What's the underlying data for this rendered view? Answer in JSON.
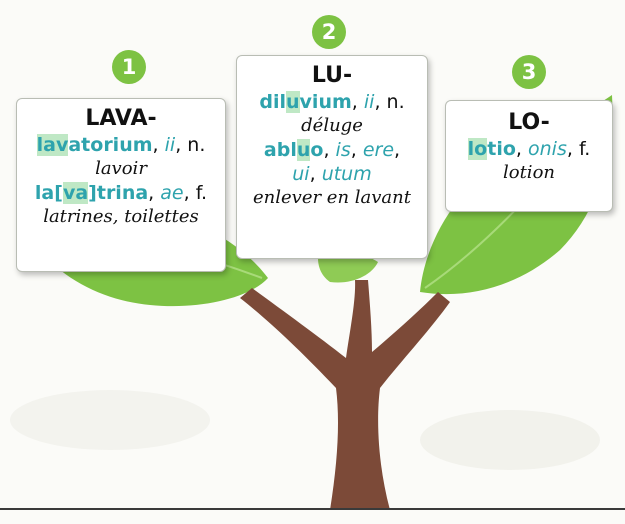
{
  "colors": {
    "leaf": "#7dc243",
    "leaf_light": "#8fcb55",
    "trunk": "#7c4a38",
    "teal": "#2ea3ad",
    "highlight": "#bfe8c5"
  },
  "cards": [
    {
      "number": "1",
      "root": "LAVA-",
      "entries": [
        {
          "word_pre": "",
          "word_hl": "lav",
          "word_post": "atorium",
          "genitive": "ii",
          "gender": "n.",
          "translation": "lavoir"
        },
        {
          "word_pre": "la[",
          "word_hl": "va",
          "word_post": "]trina",
          "genitive": "ae",
          "gender": "f.",
          "translation": "latrines, toilettes"
        }
      ]
    },
    {
      "number": "2",
      "root": "LU-",
      "entry1": {
        "word_pre": "dil",
        "word_hl": "u",
        "word_post": "vium",
        "genitive": "ii",
        "gender": "n.",
        "translation": "déluge"
      },
      "entry2": {
        "word_pre": "abl",
        "word_hl": "u",
        "word_post": "o",
        "form2": "is",
        "form3": "ere",
        "form4": "ui",
        "form5": "utum",
        "translation": "enlever en lavant"
      }
    },
    {
      "number": "3",
      "root": "LO-",
      "entry1": {
        "word_pre": "",
        "word_hl": "lo",
        "word_post": "tio",
        "genitive": "onis",
        "gender": "f.",
        "translation": "lotion"
      }
    }
  ]
}
